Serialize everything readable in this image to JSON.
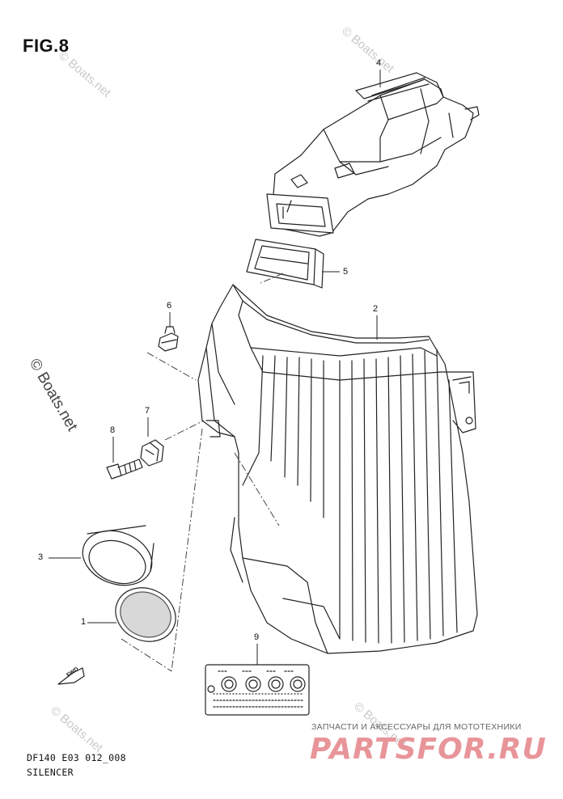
{
  "figure": {
    "title": "FIG.8"
  },
  "callouts": [
    {
      "num": "1"
    },
    {
      "num": "2"
    },
    {
      "num": "3"
    },
    {
      "num": "4"
    },
    {
      "num": "5"
    },
    {
      "num": "6"
    },
    {
      "num": "7"
    },
    {
      "num": "8"
    },
    {
      "num": "9"
    }
  ],
  "watermark": {
    "text": "© Boats.net"
  },
  "fwd_label": "FWD",
  "footer": {
    "model_code": "DF140 E03 012_008",
    "part_name": "SILENCER"
  },
  "shop": {
    "tagline": "ЗАПЧАСТИ И АКСЕССУАРЫ ДЛЯ МОТОТЕХНИКИ",
    "brand": "PARTSFOR.RU"
  }
}
